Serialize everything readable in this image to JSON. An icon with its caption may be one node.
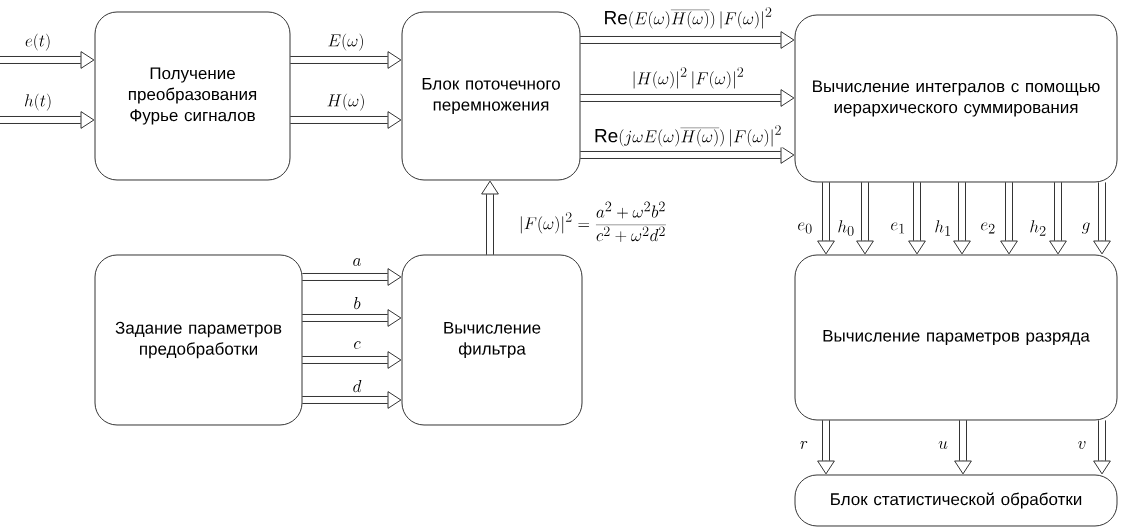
{
  "diagram": {
    "nodes": [
      {
        "text": [
          "Получение преобразования Фурье сигналов"
        ]
      },
      {
        "text": [
          "Блок поточечного перемножения"
        ]
      },
      {
        "text": [
          "Вычисление интегралов с помощью иерархического суммирования"
        ]
      },
      {
        "text": [
          "Задание параметров предобработки"
        ]
      },
      {
        "text": [
          "Вычисление фильтра"
        ]
      },
      {
        "text": [
          "Вычисление параметров разряда"
        ]
      },
      {
        "text": [
          "Блок статистической обработки"
        ]
      }
    ],
    "edges": [
      {
        "from": null,
        "to": 0,
        "arrow": "to",
        "label": "e(t)"
      },
      {
        "from": null,
        "to": 0,
        "arrow": "to",
        "label": "h(t)"
      },
      {
        "from": 0,
        "to": 1,
        "arrow": "to",
        "label": "E(\\omega)"
      },
      {
        "from": 0,
        "to": 1,
        "arrow": "to",
        "label": "H(\\omega)"
      },
      {
        "from": 1,
        "to": 2,
        "arrow": "to",
        "label": "\\mathrm{Re}(E(\\omega)\\overline{H(\\omega)})\\left|F(\\omega)\\right|^2"
      },
      {
        "from": 1,
        "to": 2,
        "arrow": "to",
        "label": "\\left|H(\\omega)\\right|^2\\left|F(\\omega)\\right|^2"
      },
      {
        "from": 1,
        "to": 2,
        "arrow": "to",
        "label": "\\mathrm{Re}(j\\omega E(\\omega)\\overline{H(\\omega)})\\left|F(\\omega)\\right|^2"
      },
      {
        "from": 3,
        "to": 4,
        "arrow": "to",
        "label": "a"
      },
      {
        "from": 3,
        "to": 4,
        "arrow": "to",
        "label": "b"
      },
      {
        "from": 3,
        "to": 4,
        "arrow": "to",
        "label": "c"
      },
      {
        "from": 3,
        "to": 4,
        "arrow": "to",
        "label": "d"
      },
      {
        "from": 4,
        "to": 1,
        "arrow": "to",
        "label": "\\left|F(\\omega)\\right|^2=\\frac{a^2+\\omega^2b^2}{c^2+\\omega^2d^2}"
      },
      {
        "from": 2,
        "to": 5,
        "arrow": "to",
        "label": "e_0"
      },
      {
        "from": 2,
        "to": 5,
        "arrow": "to",
        "label": "h_0"
      },
      {
        "from": 2,
        "to": 5,
        "arrow": "to",
        "label": "e_1"
      },
      {
        "from": 2,
        "to": 5,
        "arrow": "to",
        "label": "h_1"
      },
      {
        "from": 2,
        "to": 5,
        "arrow": "to",
        "label": "e_2"
      },
      {
        "from": 2,
        "to": 5,
        "arrow": "to",
        "label": "h_2"
      },
      {
        "from": 2,
        "to": 5,
        "arrow": "to",
        "label": "g"
      },
      {
        "from": 5,
        "to": 6,
        "arrow": "to",
        "label": "r"
      },
      {
        "from": 5,
        "to": 6,
        "arrow": "to",
        "label": "u"
      },
      {
        "from": 5,
        "to": 6,
        "arrow": "to",
        "label": "v"
      }
    ]
  }
}
